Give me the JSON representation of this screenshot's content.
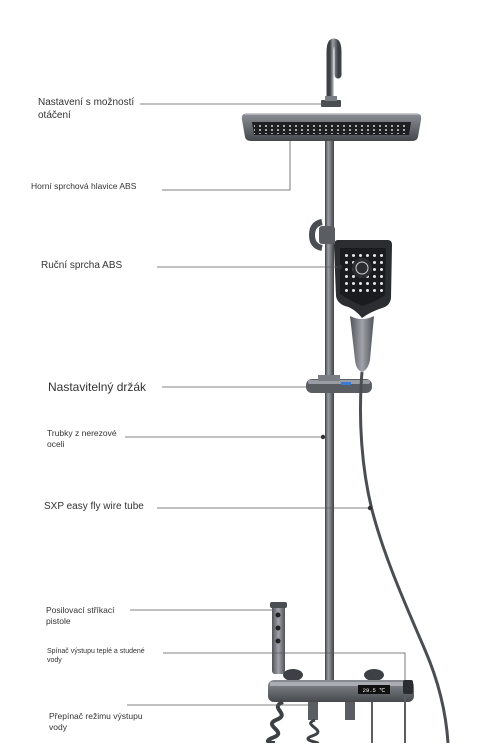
{
  "labels": {
    "swivel": "Nastavení s možností\notáčení",
    "top_head": "Horní sprchová hlavice ABS",
    "hand_shower": "Ruční sprcha ABS",
    "holder": "Nastavitelný držák",
    "pipes": "Trubky z nerezové\noceli",
    "hose": "SXP easy fly wire tube",
    "spray_gun": "Posilovací stříkací\npistole",
    "temp_switch": "Spínač výstupu teplé a studené\nvody",
    "mode_switch": "Přepínač režimu výstupu\nvody"
  },
  "display_text": "29.5 ℃",
  "colors": {
    "metal": "#6e7278",
    "metal_dark": "#3d4045",
    "metal_light": "#a9adb3",
    "leader": "#5a5a5a"
  }
}
